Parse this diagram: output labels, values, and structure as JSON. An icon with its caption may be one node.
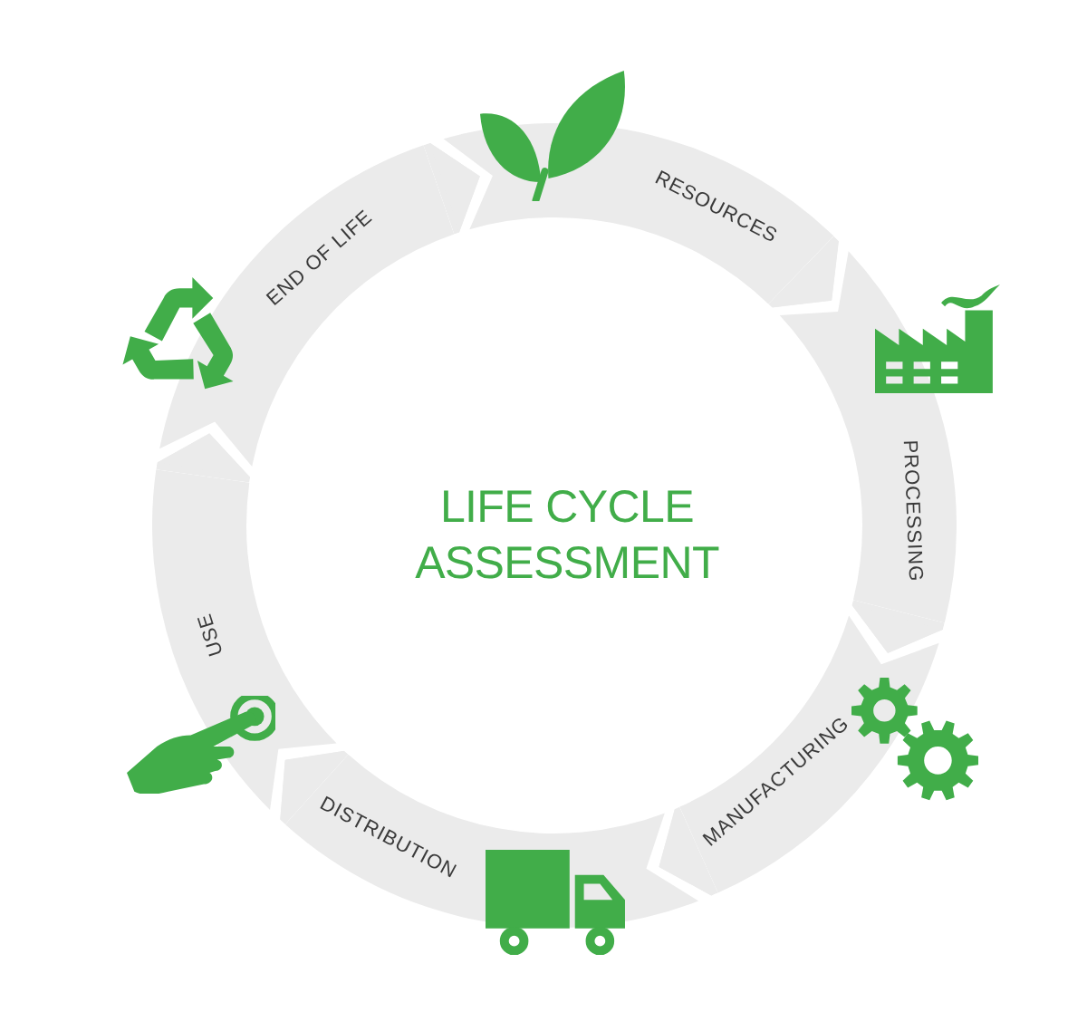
{
  "diagram": {
    "title": "LIFE CYCLE ASSESSMENT",
    "nodes": [
      {
        "text": [
          "RESOURCES"
        ]
      },
      {
        "text": [
          "PROCESSING"
        ]
      },
      {
        "text": [
          "MANUFACTURING"
        ]
      },
      {
        "text": [
          "DISTRIBUTION"
        ]
      },
      {
        "text": [
          "USE"
        ]
      },
      {
        "text": [
          "END OF LIFE"
        ]
      }
    ],
    "edges": [
      {
        "from": 0,
        "to": 1,
        "arrow": "to"
      },
      {
        "from": 1,
        "to": 2,
        "arrow": "to"
      },
      {
        "from": 2,
        "to": 3,
        "arrow": "to"
      },
      {
        "from": 3,
        "to": 4,
        "arrow": "to"
      },
      {
        "from": 4,
        "to": 5,
        "arrow": "to"
      },
      {
        "from": 5,
        "to": 0,
        "arrow": "to"
      }
    ]
  }
}
